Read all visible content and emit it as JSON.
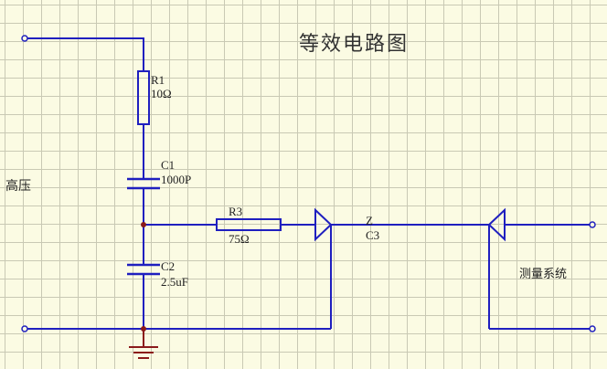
{
  "title": "等效电路图",
  "labels": {
    "high_voltage": "高压",
    "measurement_system": "测量系统"
  },
  "components": {
    "r1": {
      "name": "R1",
      "value": "10Ω"
    },
    "c1": {
      "name": "C1",
      "value": "1000P"
    },
    "c2": {
      "name": "C2",
      "value": "2.5uF"
    },
    "r3": {
      "name": "R3",
      "value": "75Ω"
    },
    "cable": {
      "name": "Z",
      "value": "C3"
    }
  },
  "colors": {
    "wire": "#1f1fbf",
    "component": "#1f1fbf",
    "junction": "#8b1a1a",
    "ground": "#8b1a1a",
    "grid_background": "#fbfbe3",
    "grid_line": "#c9c9b4"
  }
}
